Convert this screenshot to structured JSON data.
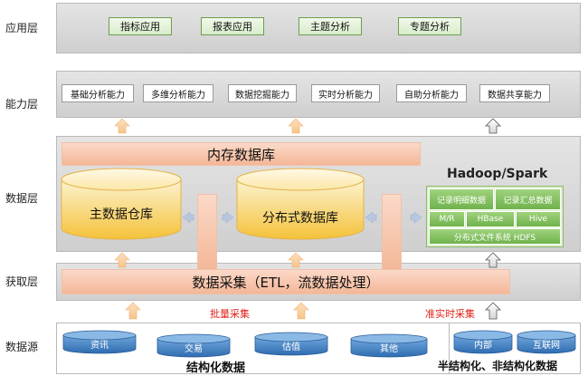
{
  "layers": {
    "app": "应用层",
    "capability": "能力层",
    "data": "数据层",
    "ingest": "获取层",
    "source": "数据源"
  },
  "app_items": [
    "指标应用",
    "报表应用",
    "主题分析",
    "专题分析"
  ],
  "capability_items": [
    "基础分析能力",
    "多维分析能力",
    "数据挖掘能力",
    "实时分析能力",
    "自助分析能力",
    "数据共享能力"
  ],
  "data_layer": {
    "memory_db": "内存数据库",
    "master_dw": "主数据仓库",
    "distributed_db": "分布式数据库",
    "hadoop_title": "Hadoop/Spark",
    "hadoop_cells": [
      "记录明细数据",
      "记录汇总数据",
      "M/R",
      "HBase",
      "Hive",
      "分布式文件系统  HDFS"
    ]
  },
  "ingest_layer": {
    "collection": "数据采集（ETL，流数据处理）",
    "batch": "批量采集",
    "realtime": "准实时采集"
  },
  "sources": {
    "structured": [
      "资讯",
      "交易",
      "估值",
      "其他"
    ],
    "structured_label": "结构化数据",
    "semi": [
      "内部",
      "互联网"
    ],
    "semi_label": "半结构化、非结构化数据"
  },
  "colors": {
    "green_border": "#6e9e4e",
    "salmon": "#f4b798",
    "cylinder_gold": "#f4c23a",
    "hadoop_green": "#6fb24c",
    "cylinder_blue": "#3c7dc4",
    "red_text": "#e0241b"
  }
}
